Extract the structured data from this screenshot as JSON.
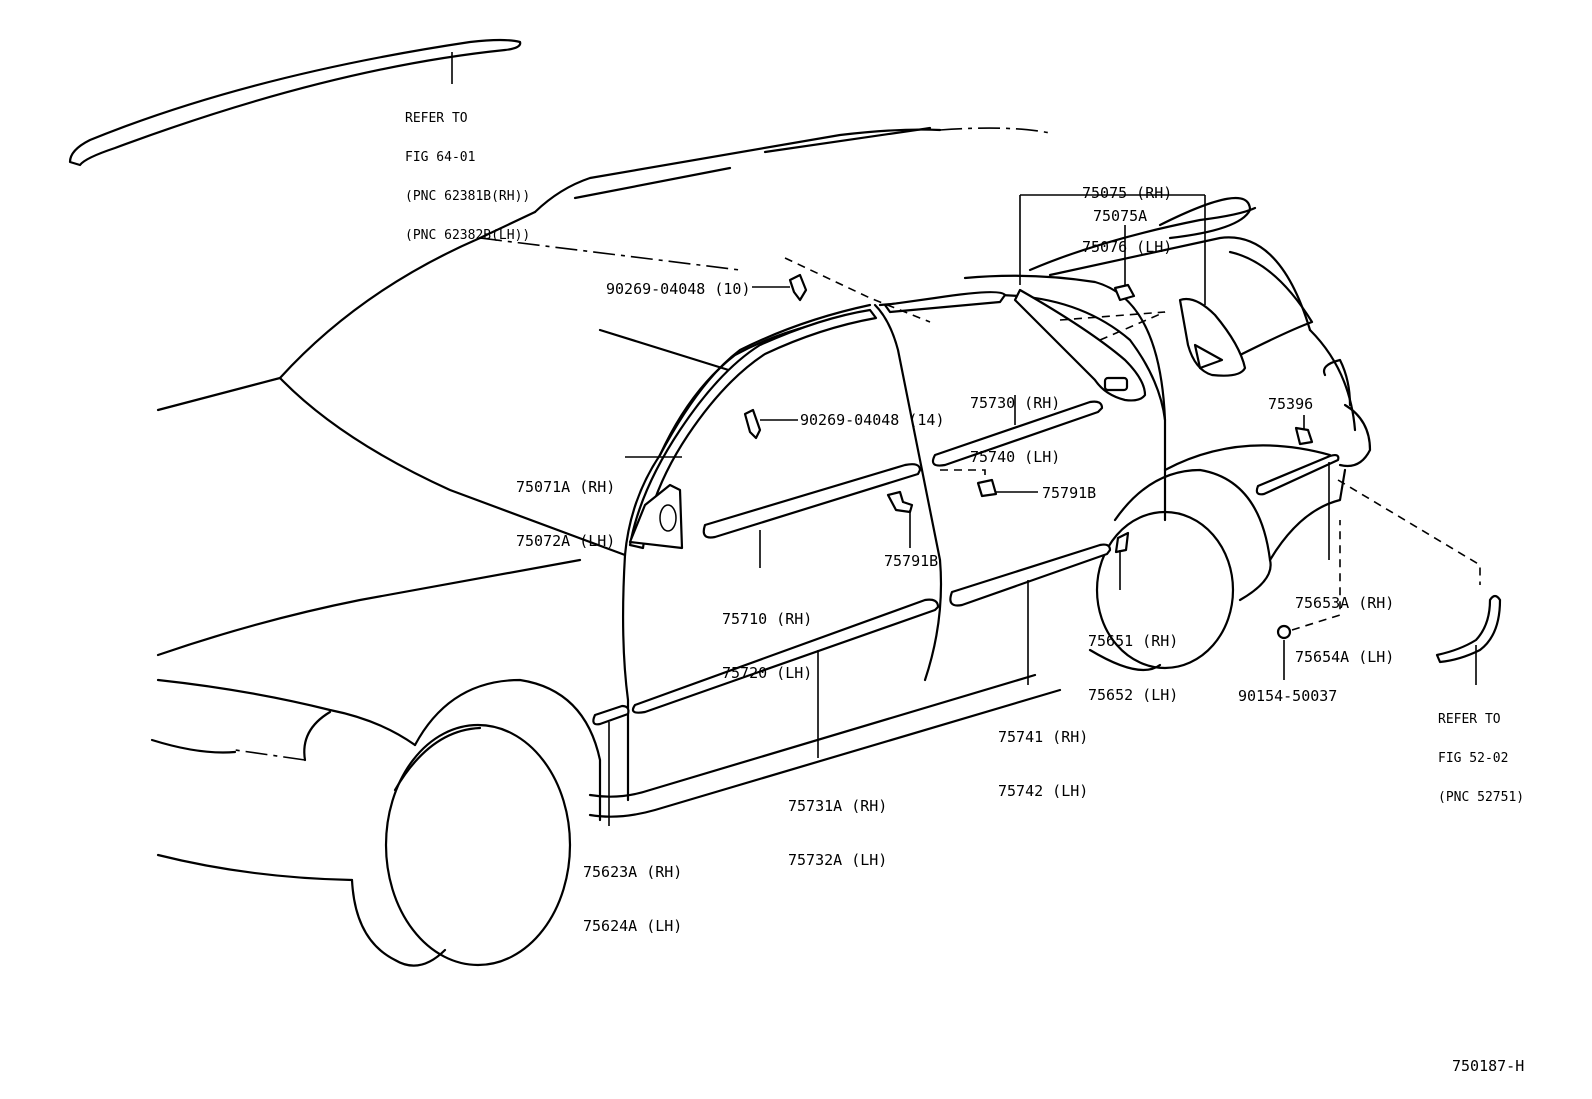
{
  "callouts": {
    "roof_rail_ref": [
      "REFER TO",
      "FIG 64-01",
      "(PNC 62381B(RH))",
      "(PNC 62382B(LH))"
    ],
    "mud_guard_ref": [
      "REFER TO",
      "FIG 52-02",
      "(PNC 52751)"
    ]
  },
  "parts": {
    "p75075": [
      "75075 (RH)",
      "75076 (LH)"
    ],
    "p75075A": "75075A",
    "p90269_10": "90269-04048 (10)",
    "p90269_14": "90269-04048 (14)",
    "p75730": [
      "75730 (RH)",
      "75740 (LH)"
    ],
    "p75071A": [
      "75071A (RH)",
      "75072A (LH)"
    ],
    "p75791B_right": "75791B",
    "p75791B_left": "75791B",
    "p75396": "75396",
    "p75710": [
      "75710 (RH)",
      "75720 (LH)"
    ],
    "p75653A": [
      "75653A (RH)",
      "75654A (LH)"
    ],
    "p75651": [
      "75651 (RH)",
      "75652 (LH)"
    ],
    "p90154": "90154-50037",
    "p75741": [
      "75741 (RH)",
      "75742 (LH)"
    ],
    "p75731A": [
      "75731A (RH)",
      "75732A (LH)"
    ],
    "p75623A": [
      "75623A (RH)",
      "75624A (LH)"
    ]
  },
  "figure_id": "750187-H"
}
